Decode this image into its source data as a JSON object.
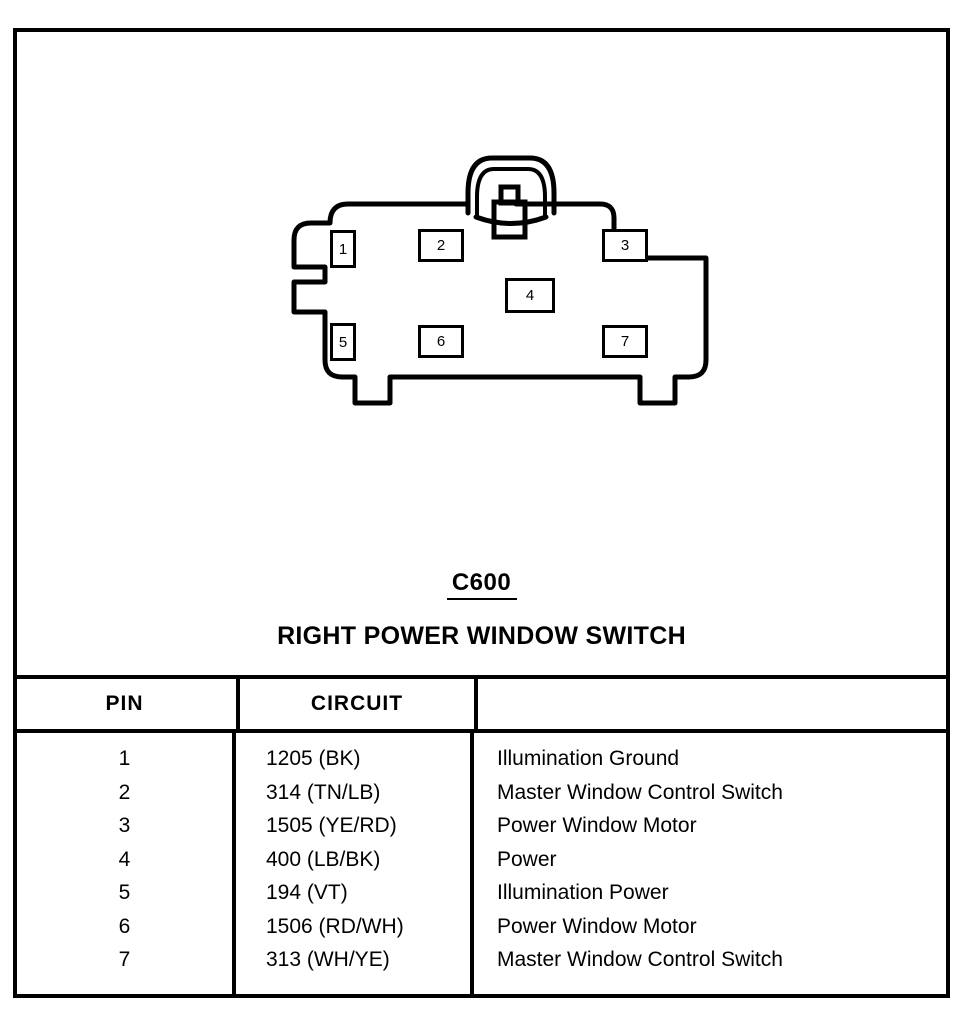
{
  "connector": {
    "id": "C600",
    "name": "RIGHT POWER WINDOW SWITCH",
    "pin_labels": {
      "p1": "1",
      "p2": "2",
      "p3": "3",
      "p4": "4",
      "p5": "5",
      "p6": "6",
      "p7": "7"
    }
  },
  "table": {
    "headers": {
      "pin": "PIN",
      "circuit": "CIRCUIT",
      "description": ""
    },
    "rows": [
      {
        "pin": "1",
        "circuit": "1205 (BK)",
        "description": "Illumination Ground"
      },
      {
        "pin": "2",
        "circuit": "314 (TN/LB)",
        "description": "Master Window Control Switch"
      },
      {
        "pin": "3",
        "circuit": "1505 (YE/RD)",
        "description": "Power Window Motor"
      },
      {
        "pin": "4",
        "circuit": "400 (LB/BK)",
        "description": "Power"
      },
      {
        "pin": "5",
        "circuit": "194 (VT)",
        "description": "Illumination Power"
      },
      {
        "pin": "6",
        "circuit": "1506 (RD/WH)",
        "description": "Power Window Motor"
      },
      {
        "pin": "7",
        "circuit": "313 (WH/YE)",
        "description": "Master Window Control Switch"
      }
    ]
  },
  "colors": {
    "ink": "#000000",
    "paper": "#ffffff"
  }
}
